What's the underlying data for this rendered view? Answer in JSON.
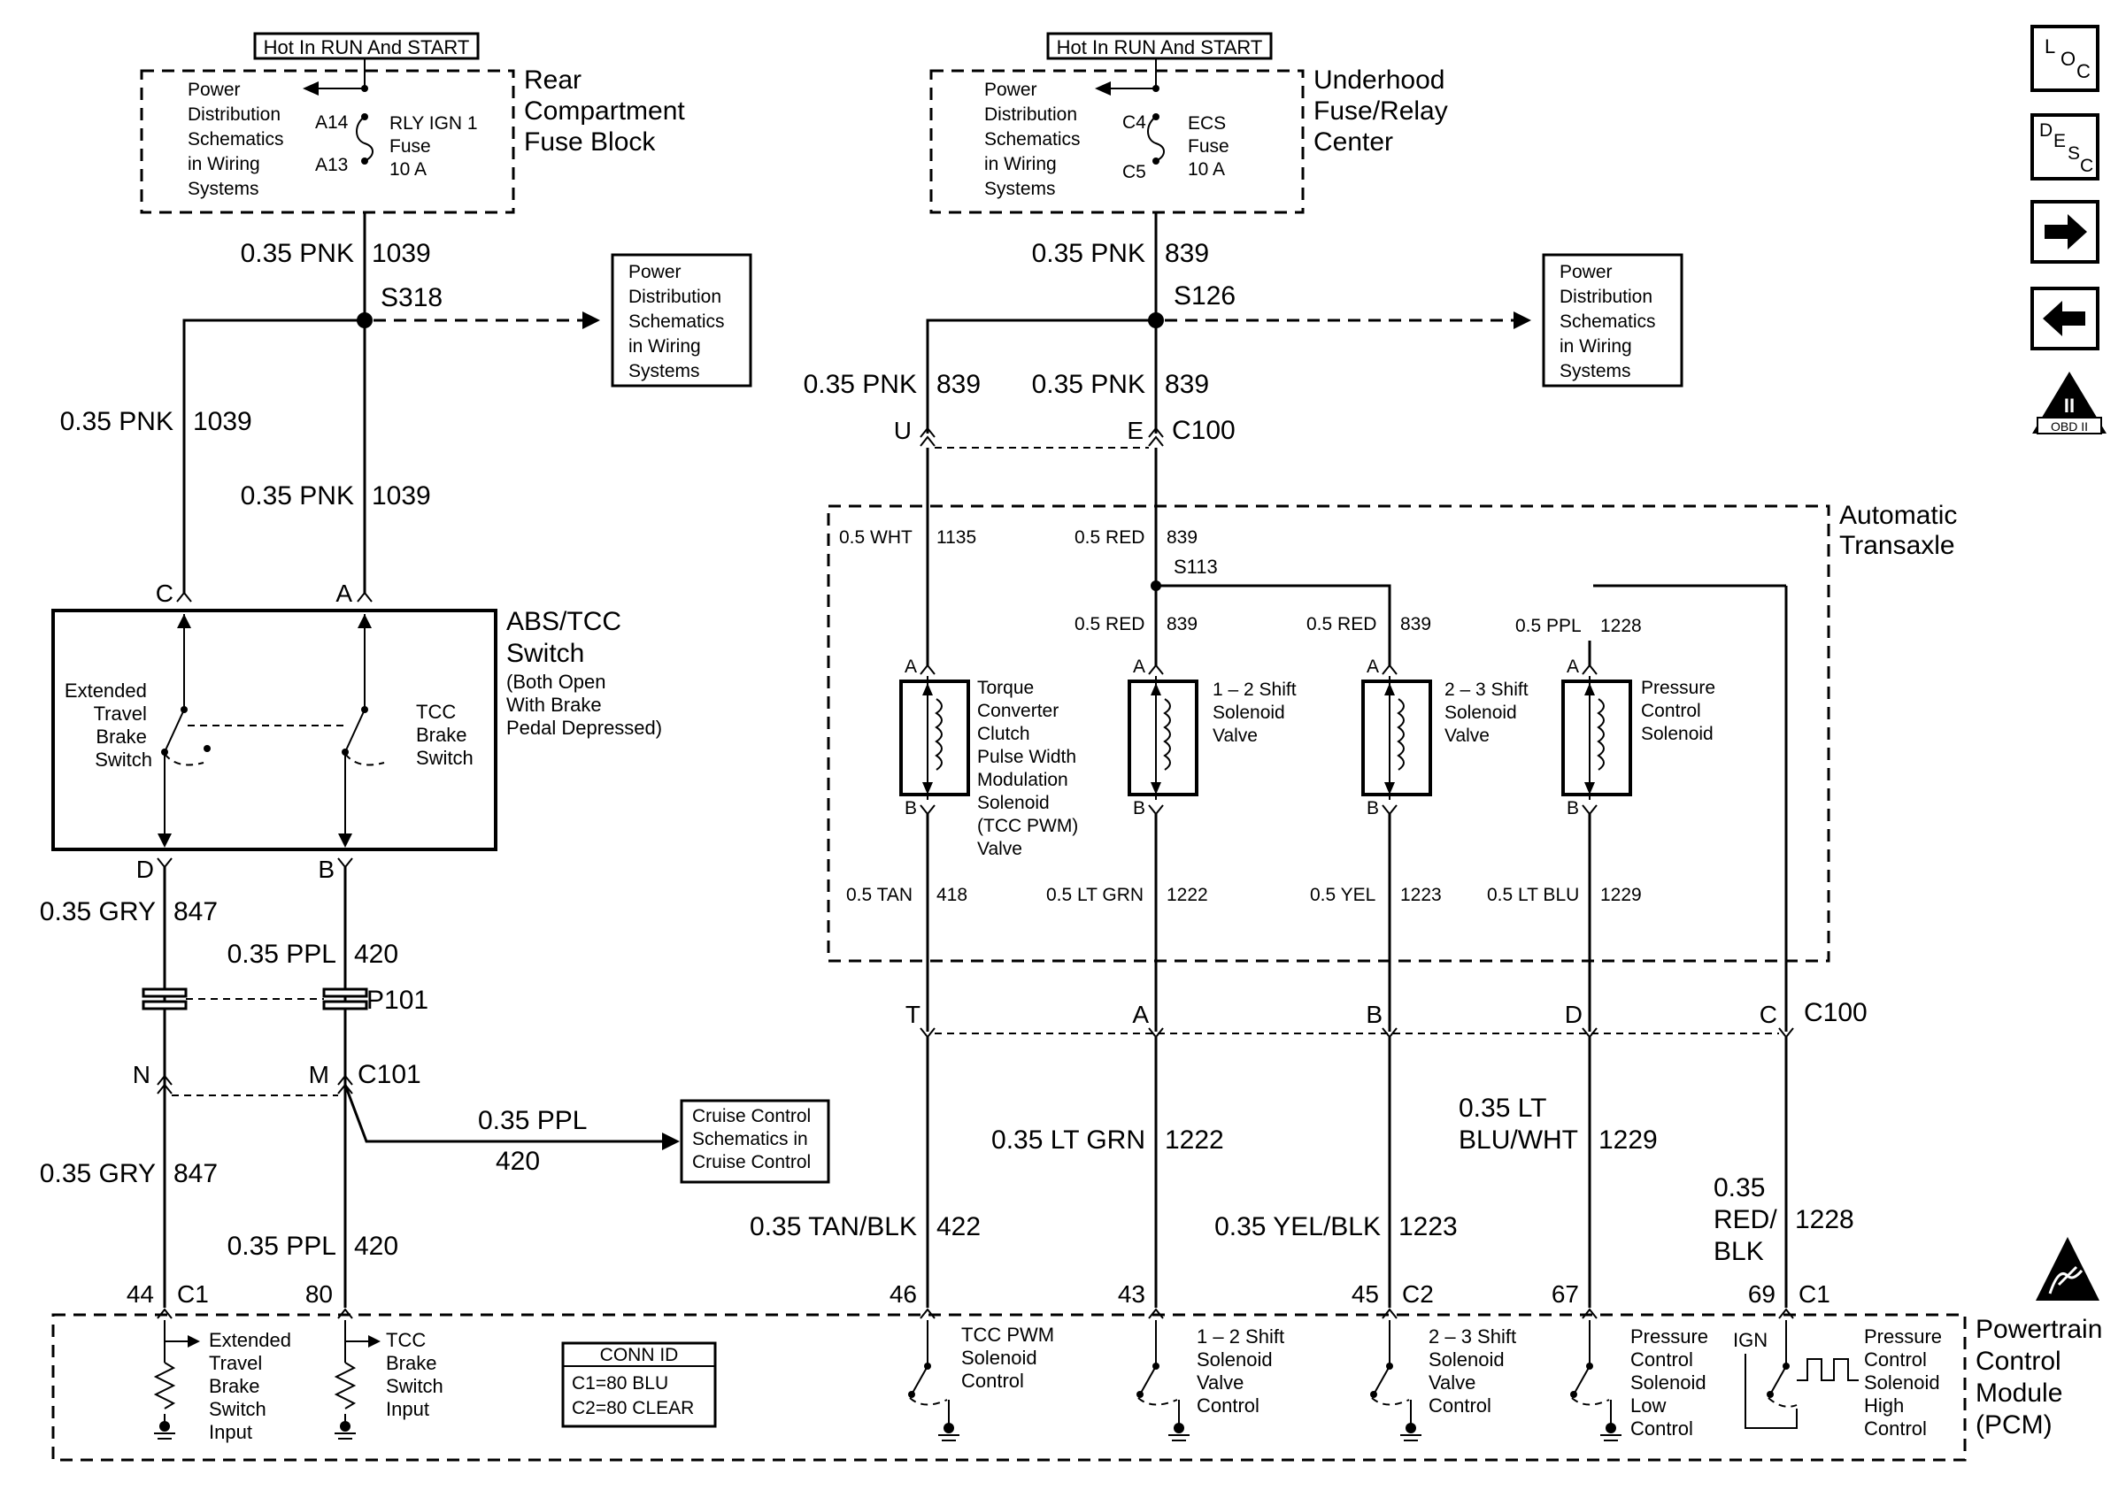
{
  "left_supply": {
    "hot_label": "Hot In RUN And START",
    "block_name": [
      "Rear",
      "Compartment",
      "Fuse Block"
    ],
    "pds_ref": [
      "Power",
      "Distribution",
      "Schematics",
      "in Wiring",
      "Systems"
    ],
    "pin_top": "A14",
    "pin_bottom": "A13",
    "fuse_label": [
      "RLY IGN 1",
      "Fuse",
      "10 A"
    ]
  },
  "right_supply": {
    "hot_label": "Hot In RUN And START",
    "block_name": [
      "Underhood",
      "Fuse/Relay",
      "Center"
    ],
    "pds_ref": [
      "Power",
      "Distribution",
      "Schematics",
      "in Wiring",
      "Systems"
    ],
    "pin_top": "C4",
    "pin_bottom": "C5",
    "fuse_label": [
      "ECS",
      "Fuse",
      "10 A"
    ]
  },
  "pds_box_left": [
    "Power",
    "Distribution",
    "Schematics",
    "in Wiring",
    "Systems"
  ],
  "pds_box_right": [
    "Power",
    "Distribution",
    "Schematics",
    "in Wiring",
    "Systems"
  ],
  "splices": {
    "s318": "S318",
    "s126": "S126",
    "s113": "S113"
  },
  "wires": {
    "pnk1039_top": [
      "0.35 PNK",
      "1039"
    ],
    "pnk1039_left": [
      "0.35 PNK",
      "1039"
    ],
    "pnk1039_right": [
      "0.35 PNK",
      "1039"
    ],
    "pnk839_top": [
      "0.35 PNK",
      "839"
    ],
    "pnk839_u": [
      "0.35 PNK",
      "839"
    ],
    "pnk839_e": [
      "0.35 PNK",
      "839"
    ],
    "gry847_a": [
      "0.35 GRY",
      "847"
    ],
    "ppl420_a": [
      "0.35 PPL",
      "420"
    ],
    "gry847_b": [
      "0.35 GRY",
      "847"
    ],
    "ppl420_b": [
      "0.35 PPL",
      "420"
    ],
    "ppl420_cruise": [
      "0.35 PPL",
      "420"
    ],
    "wht1135": [
      "0.5 WHT",
      "1135"
    ],
    "red839_a": [
      "0.5 RED",
      "839"
    ],
    "red839_b": [
      "0.5 RED",
      "839"
    ],
    "red839_c": [
      "0.5 RED",
      "839"
    ],
    "ppl1228": [
      "0.5 PPL",
      "1228"
    ],
    "tan418": [
      "0.5 TAN",
      "418"
    ],
    "ltgrn1222_s": [
      "0.5 LT GRN",
      "1222"
    ],
    "yel1223_s": [
      "0.5 YEL",
      "1223"
    ],
    "ltblu1229_s": [
      "0.5 LT BLU",
      "1229"
    ],
    "ltgrn1222": [
      "0.35 LT GRN",
      "1222"
    ],
    "ltbluwht1229": [
      "0.35 LT",
      "BLU/WHT",
      "1229"
    ],
    "tanblk422": [
      "0.35 TAN/BLK",
      "422"
    ],
    "yelblk1223": [
      "0.35 YEL/BLK",
      "1223"
    ],
    "redblk1228": [
      "0.35",
      "RED/",
      "BLK",
      "1228"
    ]
  },
  "connectors": {
    "c100": "C100",
    "c100b": "C100",
    "c101": "C101",
    "p101": "P101",
    "pin_u": "U",
    "pin_e": "E",
    "pin_c": "C",
    "pin_a": "A",
    "pin_d": "D",
    "pin_b": "B",
    "pin_n": "N",
    "pin_m": "M",
    "pin_t": "T",
    "pin_a2": "A",
    "pin_b2": "B",
    "pin_d2": "D",
    "pin_c2": "C"
  },
  "abs_switch": {
    "title": [
      "ABS/TCC",
      "Switch"
    ],
    "note": [
      "(Both Open",
      "With Brake",
      "Pedal Depressed)"
    ],
    "ext_label": [
      "Extended",
      "Travel",
      "Brake",
      "Switch"
    ],
    "tcc_label": [
      "TCC",
      "Brake",
      "Switch"
    ]
  },
  "cruise_ref": [
    "Cruise Control",
    "Schematics in",
    "Cruise Control"
  ],
  "transaxle": {
    "title": [
      "Automatic",
      "Transaxle"
    ],
    "sol1": [
      "Torque",
      "Converter",
      "Clutch",
      "Pulse Width",
      "Modulation",
      "Solenoid",
      "(TCC PWM)",
      "Valve"
    ],
    "sol2": [
      "1 – 2 Shift",
      "Solenoid",
      "Valve"
    ],
    "sol3": [
      "2 – 3 Shift",
      "Solenoid",
      "Valve"
    ],
    "sol4": [
      "Pressure",
      "Control",
      "Solenoid"
    ],
    "pin_a": "A",
    "pin_b": "B"
  },
  "pcm": {
    "title": [
      "Powertrain",
      "Control",
      "Module",
      "(PCM)"
    ],
    "pins": [
      "44",
      "C1",
      "80",
      "46",
      "43",
      "45",
      "C2",
      "67",
      "69",
      "C1"
    ],
    "ext_input": [
      "Extended",
      "Travel",
      "Brake",
      "Switch",
      "Input"
    ],
    "tcc_input": [
      "TCC",
      "Brake",
      "Switch",
      "Input"
    ],
    "conn_id": [
      "CONN ID",
      "C1=80 BLU",
      "C2=80 CLEAR"
    ],
    "tcc_pwm": [
      "TCC PWM",
      "Solenoid",
      "Control"
    ],
    "shift12": [
      "1 – 2 Shift",
      "Solenoid",
      "Valve",
      "Control"
    ],
    "shift23": [
      "2 – 3 Shift",
      "Solenoid",
      "Valve",
      "Control"
    ],
    "pc_low": [
      "Pressure",
      "Control",
      "Solenoid",
      "Low",
      "Control"
    ],
    "ign": "IGN",
    "pc_high": [
      "Pressure",
      "Control",
      "Solenoid",
      "High",
      "Control"
    ]
  },
  "nav": {
    "loc": [
      "L",
      "O",
      "C"
    ],
    "desc": [
      "D",
      "E",
      "S",
      "C"
    ],
    "obd": [
      "II",
      "OBD II"
    ],
    "icons": [
      "location-icon",
      "description-icon",
      "next-arrow-icon",
      "back-arrow-icon",
      "obd-ii-icon",
      "esd-warning-icon"
    ]
  }
}
